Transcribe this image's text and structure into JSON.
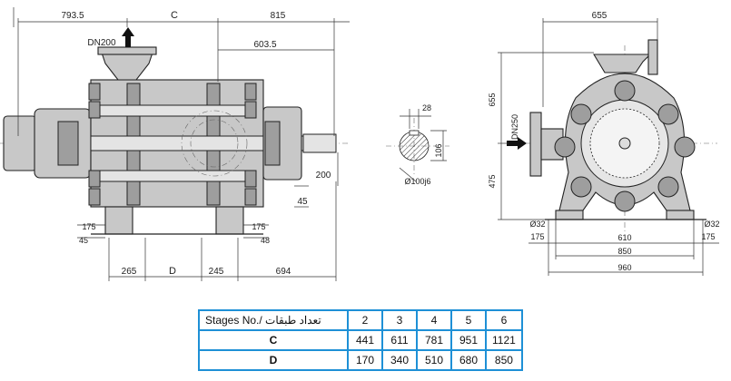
{
  "side_view": {
    "dims": {
      "d1": "793.5",
      "d2": "C",
      "d3": "815",
      "d4": "603.5",
      "d5": "200",
      "d6": "45",
      "d7": "175",
      "d8": "45",
      "d9": "175",
      "d10": "48",
      "d11": "265",
      "d12": "D",
      "d13": "245",
      "d14": "694"
    },
    "dn_label": "DN200"
  },
  "shaft_section": {
    "key_width": "28",
    "key_height": "106",
    "shaft_dia": "Ø100j6"
  },
  "front_view": {
    "dims": {
      "top": "655",
      "upper_h": "655",
      "lower_h": "475",
      "dn_label": "DN250",
      "hole_l": "Ø32",
      "hole_r": "Ø32",
      "edge_l": "175",
      "edge_r": "175",
      "w610": "610",
      "w850": "850",
      "w960": "960"
    }
  },
  "table": {
    "header_label": "Stages No./ تعداد طبقات",
    "stages": [
      "2",
      "3",
      "4",
      "5",
      "6"
    ],
    "rows": [
      {
        "label": "C",
        "values": [
          "441",
          "611",
          "781",
          "951",
          "1121"
        ]
      },
      {
        "label": "D",
        "values": [
          "170",
          "340",
          "510",
          "680",
          "850"
        ]
      }
    ]
  },
  "colors": {
    "table_border": "#1e90d6"
  }
}
